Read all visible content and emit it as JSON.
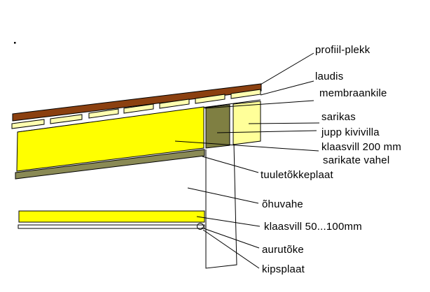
{
  "labels": [
    {
      "text": "profiil-plekk"
    },
    {
      "text": "laudis"
    },
    {
      "text": "membraankile"
    },
    {
      "text": "sarikas"
    },
    {
      "text": "jupp kivivilla"
    },
    {
      "text": "klaasvill 200 mm"
    },
    {
      "text": "sarikate vahel"
    },
    {
      "text": "tuuletõkkeplaat"
    },
    {
      "text": "õhuvahe"
    },
    {
      "text": "klaasvill 50...100mm"
    },
    {
      "text": "aurutõke"
    },
    {
      "text": "kipsplaat"
    }
  ],
  "colors": {
    "background": "#ffffff",
    "line": "#000000",
    "metal_sheet_brown": "#8b4010",
    "boarding_pale_yellow": "#ffffb0",
    "rafter_pale_yellow": "#ffff99",
    "insulation_yellow": "#ffff00",
    "rockwool_olive": "#7f7f42",
    "wind_barrier_olive": "#8a8a55",
    "gypsum_white": "#ffffff"
  }
}
